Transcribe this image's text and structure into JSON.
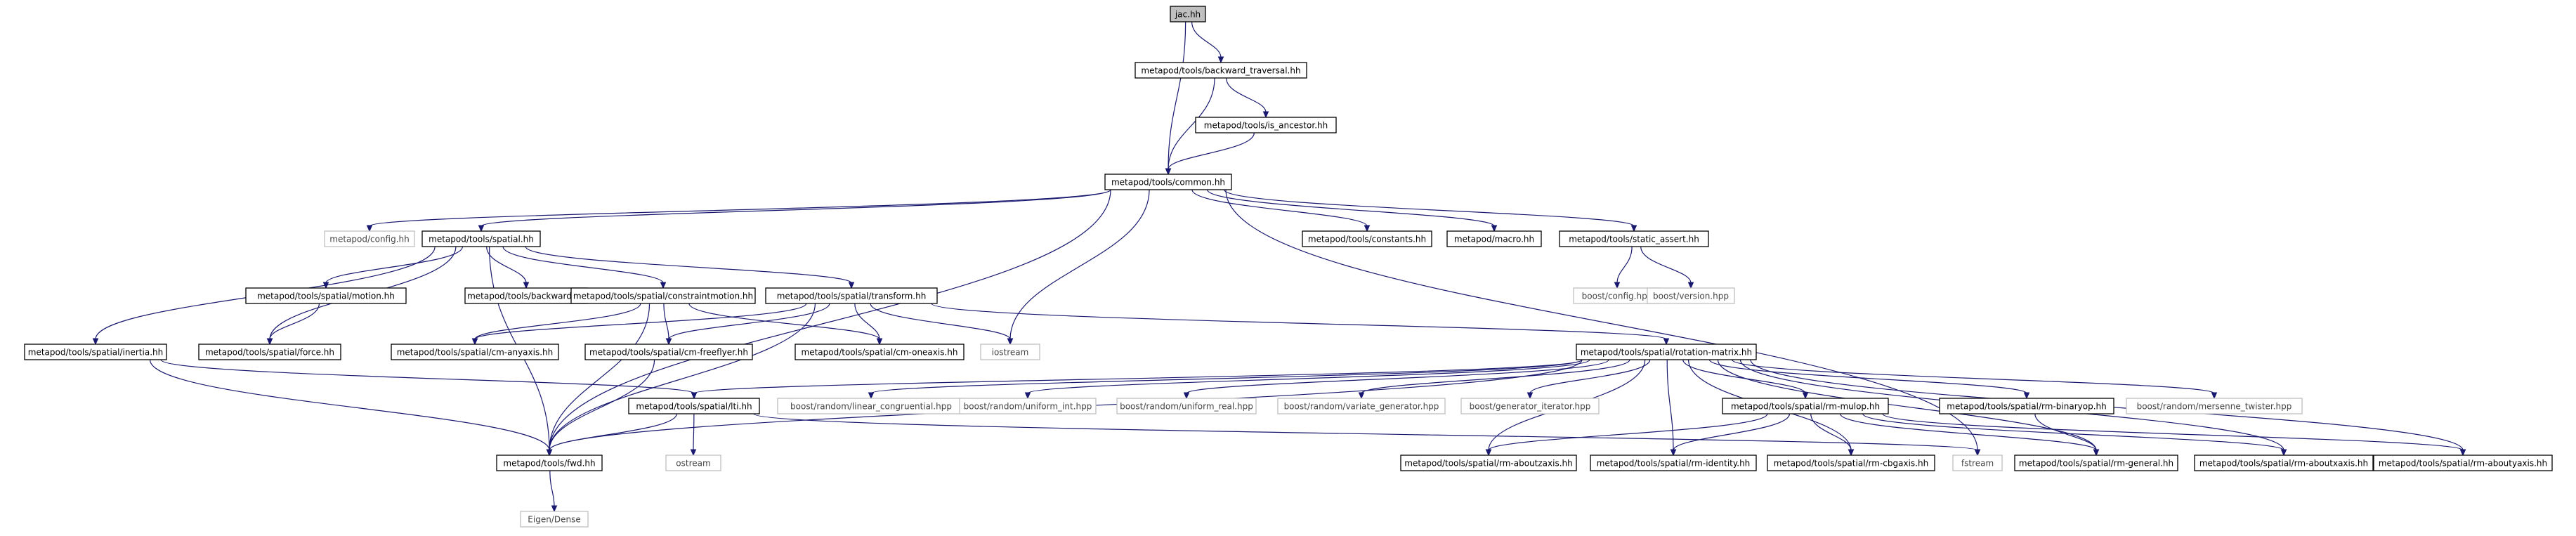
{
  "colors": {
    "edge": "#191970",
    "node_border": "#000000",
    "external_border": "#bfbfbf",
    "root_fill": "#bfbfbf"
  },
  "nodes": [
    {
      "id": "jac",
      "label": "jac.hh",
      "kind": "root"
    },
    {
      "id": "backward_traversal",
      "label": "metapod/tools/backward_traversal.hh",
      "kind": "doc"
    },
    {
      "id": "is_ancestor",
      "label": "metapod/tools/is_ancestor.hh",
      "kind": "doc"
    },
    {
      "id": "common",
      "label": "metapod/tools/common.hh",
      "kind": "doc"
    },
    {
      "id": "config",
      "label": "metapod/config.hh",
      "kind": "ext"
    },
    {
      "id": "spatial",
      "label": "metapod/tools/spatial.hh",
      "kind": "doc"
    },
    {
      "id": "constants",
      "label": "metapod/tools/constants.hh",
      "kind": "doc"
    },
    {
      "id": "macro",
      "label": "metapod/macro.hh",
      "kind": "doc"
    },
    {
      "id": "static_assert",
      "label": "metapod/tools/static_assert.hh",
      "kind": "doc"
    },
    {
      "id": "boost_config",
      "label": "boost/config.hpp",
      "kind": "ext"
    },
    {
      "id": "boost_version",
      "label": "boost/version.hpp",
      "kind": "ext"
    },
    {
      "id": "motion",
      "label": "metapod/tools/spatial/motion.hh",
      "kind": "doc"
    },
    {
      "id": "backward",
      "label": "metapod/tools/backward.hh",
      "kind": "doc"
    },
    {
      "id": "constraintmotion",
      "label": "metapod/tools/spatial/constraintmotion.hh",
      "kind": "doc"
    },
    {
      "id": "transform",
      "label": "metapod/tools/spatial/transform.hh",
      "kind": "doc"
    },
    {
      "id": "inertia",
      "label": "metapod/tools/spatial/inertia.hh",
      "kind": "doc"
    },
    {
      "id": "force",
      "label": "metapod/tools/spatial/force.hh",
      "kind": "doc"
    },
    {
      "id": "cm_anyaxis",
      "label": "metapod/tools/spatial/cm-anyaxis.hh",
      "kind": "doc"
    },
    {
      "id": "cm_freeflyer",
      "label": "metapod/tools/spatial/cm-freeflyer.hh",
      "kind": "doc"
    },
    {
      "id": "cm_oneaxis",
      "label": "metapod/tools/spatial/cm-oneaxis.hh",
      "kind": "doc"
    },
    {
      "id": "iostream",
      "label": "iostream",
      "kind": "ext"
    },
    {
      "id": "rotation_matrix",
      "label": "metapod/tools/spatial/rotation-matrix.hh",
      "kind": "doc"
    },
    {
      "id": "lti",
      "label": "metapod/tools/spatial/lti.hh",
      "kind": "doc"
    },
    {
      "id": "linear_congruential",
      "label": "boost/random/linear_congruential.hpp",
      "kind": "ext"
    },
    {
      "id": "uniform_int",
      "label": "boost/random/uniform_int.hpp",
      "kind": "ext"
    },
    {
      "id": "uniform_real",
      "label": "boost/random/uniform_real.hpp",
      "kind": "ext"
    },
    {
      "id": "variate_generator",
      "label": "boost/random/variate_generator.hpp",
      "kind": "ext"
    },
    {
      "id": "generator_iterator",
      "label": "boost/generator_iterator.hpp",
      "kind": "ext"
    },
    {
      "id": "rm_mulop",
      "label": "metapod/tools/spatial/rm-mulop.hh",
      "kind": "doc"
    },
    {
      "id": "rm_binaryop",
      "label": "metapod/tools/spatial/rm-binaryop.hh",
      "kind": "doc"
    },
    {
      "id": "mersenne_twister",
      "label": "boost/random/mersenne_twister.hpp",
      "kind": "ext"
    },
    {
      "id": "fwd",
      "label": "metapod/tools/fwd.hh",
      "kind": "doc"
    },
    {
      "id": "ostream",
      "label": "ostream",
      "kind": "ext"
    },
    {
      "id": "rm_aboutzaxis",
      "label": "metapod/tools/spatial/rm-aboutzaxis.hh",
      "kind": "doc"
    },
    {
      "id": "rm_identity",
      "label": "metapod/tools/spatial/rm-identity.hh",
      "kind": "doc"
    },
    {
      "id": "rm_cbgaxis",
      "label": "metapod/tools/spatial/rm-cbgaxis.hh",
      "kind": "doc"
    },
    {
      "id": "fstream",
      "label": "fstream",
      "kind": "ext"
    },
    {
      "id": "rm_general",
      "label": "metapod/tools/spatial/rm-general.hh",
      "kind": "doc"
    },
    {
      "id": "rm_aboutxaxis",
      "label": "metapod/tools/spatial/rm-aboutxaxis.hh",
      "kind": "doc"
    },
    {
      "id": "rm_aboutyaxis",
      "label": "metapod/tools/spatial/rm-aboutyaxis.hh",
      "kind": "doc"
    },
    {
      "id": "eigen_dense",
      "label": "Eigen/Dense",
      "kind": "ext"
    }
  ],
  "edges": [
    [
      "jac",
      "backward_traversal"
    ],
    [
      "jac",
      "common"
    ],
    [
      "backward_traversal",
      "is_ancestor"
    ],
    [
      "backward_traversal",
      "common"
    ],
    [
      "is_ancestor",
      "common"
    ],
    [
      "common",
      "config"
    ],
    [
      "common",
      "spatial"
    ],
    [
      "common",
      "constants"
    ],
    [
      "common",
      "macro"
    ],
    [
      "common",
      "static_assert"
    ],
    [
      "common",
      "iostream"
    ],
    [
      "common",
      "fwd"
    ],
    [
      "common",
      "fstream"
    ],
    [
      "static_assert",
      "boost_config"
    ],
    [
      "static_assert",
      "boost_version"
    ],
    [
      "spatial",
      "motion"
    ],
    [
      "spatial",
      "backward"
    ],
    [
      "spatial",
      "constraintmotion"
    ],
    [
      "spatial",
      "transform"
    ],
    [
      "spatial",
      "inertia"
    ],
    [
      "spatial",
      "force"
    ],
    [
      "spatial",
      "fwd"
    ],
    [
      "motion",
      "force"
    ],
    [
      "constraintmotion",
      "cm_anyaxis"
    ],
    [
      "constraintmotion",
      "cm_freeflyer"
    ],
    [
      "constraintmotion",
      "cm_oneaxis"
    ],
    [
      "constraintmotion",
      "fwd"
    ],
    [
      "transform",
      "cm_anyaxis"
    ],
    [
      "transform",
      "cm_freeflyer"
    ],
    [
      "transform",
      "cm_oneaxis"
    ],
    [
      "transform",
      "iostream"
    ],
    [
      "transform",
      "rotation_matrix"
    ],
    [
      "transform",
      "fwd"
    ],
    [
      "inertia",
      "lti"
    ],
    [
      "inertia",
      "fwd"
    ],
    [
      "cm_freeflyer",
      "fwd"
    ],
    [
      "rotation_matrix",
      "lti"
    ],
    [
      "rotation_matrix",
      "linear_congruential"
    ],
    [
      "rotation_matrix",
      "uniform_int"
    ],
    [
      "rotation_matrix",
      "uniform_real"
    ],
    [
      "rotation_matrix",
      "variate_generator"
    ],
    [
      "rotation_matrix",
      "generator_iterator"
    ],
    [
      "rotation_matrix",
      "rm_mulop"
    ],
    [
      "rotation_matrix",
      "rm_binaryop"
    ],
    [
      "rotation_matrix",
      "mersenne_twister"
    ],
    [
      "rotation_matrix",
      "fwd"
    ],
    [
      "rotation_matrix",
      "rm_aboutzaxis"
    ],
    [
      "rotation_matrix",
      "rm_identity"
    ],
    [
      "rotation_matrix",
      "rm_cbgaxis"
    ],
    [
      "rotation_matrix",
      "rm_general"
    ],
    [
      "rotation_matrix",
      "rm_aboutxaxis"
    ],
    [
      "rotation_matrix",
      "rm_aboutyaxis"
    ],
    [
      "lti",
      "fwd"
    ],
    [
      "lti",
      "ostream"
    ],
    [
      "lti",
      "fstream"
    ],
    [
      "rm_mulop",
      "rm_aboutzaxis"
    ],
    [
      "rm_mulop",
      "rm_identity"
    ],
    [
      "rm_mulop",
      "rm_cbgaxis"
    ],
    [
      "rm_mulop",
      "rm_general"
    ],
    [
      "rm_mulop",
      "rm_aboutxaxis"
    ],
    [
      "rm_mulop",
      "rm_aboutyaxis"
    ],
    [
      "rm_binaryop",
      "rm_general"
    ],
    [
      "fwd",
      "eigen_dense"
    ]
  ]
}
